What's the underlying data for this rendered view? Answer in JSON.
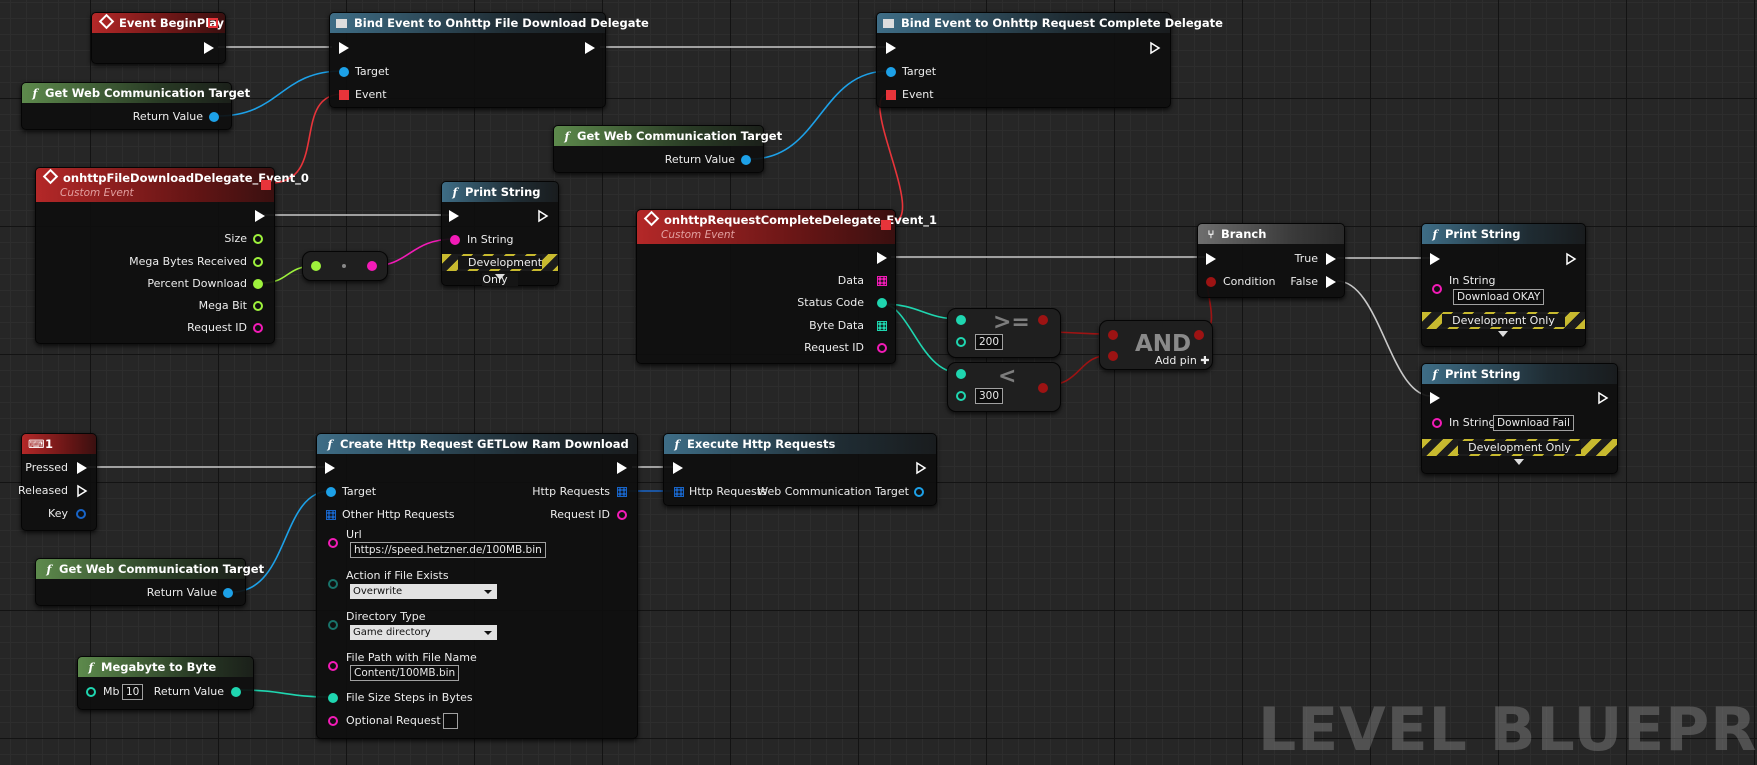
{
  "colors": {
    "exec": "#ffffff",
    "object": "#1da1e8",
    "integer": "#1fd6b0",
    "float": "#9ef23c",
    "string": "#f31bb7",
    "boolean": "#9d1313",
    "delegate": "#e8343a",
    "struct": "#1865c9"
  },
  "nodes": {
    "begin_play": {
      "title": "Event BeginPlay"
    },
    "bind_file": {
      "title": "Bind Event to Onhttp File Download Delegate",
      "target": "Target",
      "event": "Event"
    },
    "bind_request": {
      "title": "Bind Event to Onhttp Request Complete Delegate",
      "target": "Target",
      "event": "Event"
    },
    "get_target_1": {
      "title": "Get Web Communication Target",
      "return": "Return Value"
    },
    "get_target_2": {
      "title": "Get Web Communication Target",
      "return": "Return Value"
    },
    "get_target_3": {
      "title": "Get Web Communication Target",
      "return": "Return Value"
    },
    "file_event": {
      "title": "onhttpFileDownloadDelegate_Event_0",
      "subtitle": "Custom Event",
      "size": "Size",
      "mb_received": "Mega Bytes Received",
      "percent": "Percent Download",
      "mega_bit": "Mega Bit",
      "request_id": "Request ID"
    },
    "print_1": {
      "title": "Print String",
      "in_string": "In String",
      "dev": "Development Only"
    },
    "req_event": {
      "title": "onhttpRequestCompleteDelegate_Event_1",
      "subtitle": "Custom Event",
      "data": "Data",
      "status": "Status Code",
      "byte_data": "Byte Data",
      "request_id": "Request ID"
    },
    "gte": {
      "symbol": ">=",
      "value": "200"
    },
    "lt": {
      "symbol": "<",
      "value": "300"
    },
    "and": {
      "title": "AND",
      "add_pin": "Add pin"
    },
    "branch": {
      "title": "Branch",
      "condition": "Condition",
      "true_label": "True",
      "false_label": "False"
    },
    "print_ok": {
      "title": "Print String",
      "in_string": "In String",
      "value": "Download OKAY",
      "dev": "Development Only"
    },
    "print_fail": {
      "title": "Print String",
      "in_string": "In String",
      "value": "Download Fail",
      "dev": "Development Only"
    },
    "key_1": {
      "title": "1",
      "pressed": "Pressed",
      "released": "Released",
      "key": "Key"
    },
    "create_req": {
      "title": "Create Http Request GETLow Ram Download",
      "target": "Target",
      "other": "Other Http Requests",
      "http_requests": "Http Requests",
      "request_id": "Request ID",
      "url_label": "Url",
      "url_value": "https://speed.hetzner.de/100MB.bin",
      "action_label": "Action if File Exists",
      "action_value": "Overwrite",
      "dir_label": "Directory Type",
      "dir_value": "Game directory",
      "path_label": "File Path with File Name",
      "path_value": "Content/100MB.bin",
      "steps_label": "File Size Steps in Bytes",
      "optional_label": "Optional Request ID"
    },
    "execute": {
      "title": "Execute Http Requests",
      "http_requests": "Http Requests",
      "web_target": "Web Communication Target"
    },
    "mb_to_byte": {
      "title": "Megabyte to Byte",
      "mb": "Mb",
      "mb_value": "10",
      "return": "Return Value"
    }
  },
  "watermark": "LEVEL BLUEPR"
}
